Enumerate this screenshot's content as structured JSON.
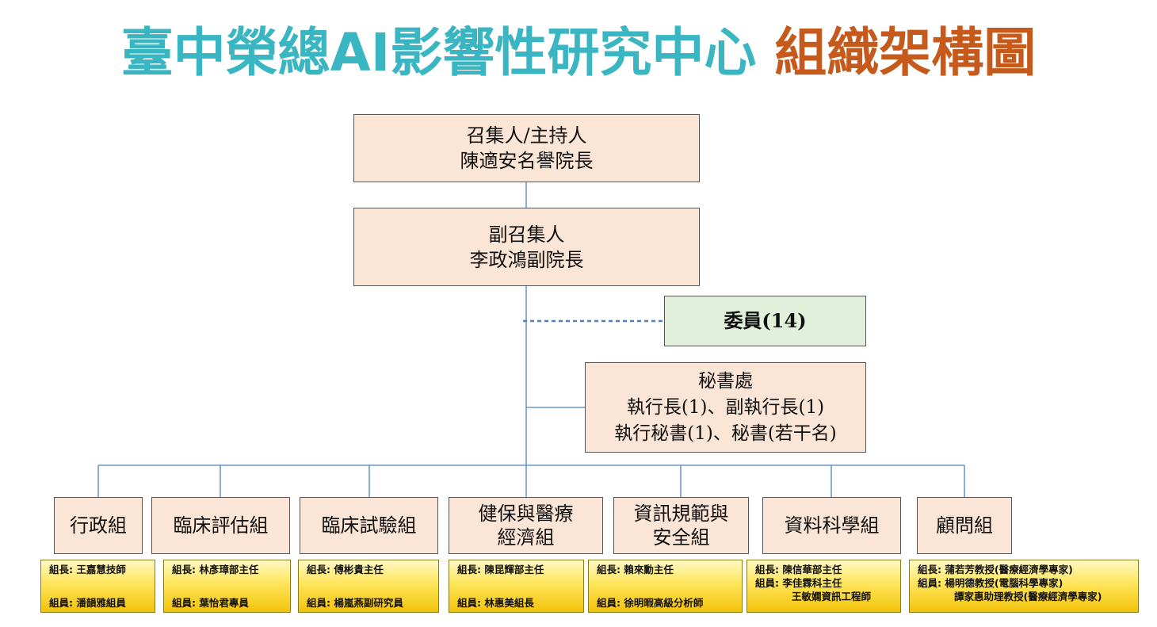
{
  "title": {
    "part1": "臺中榮總AI影響性研究中心",
    "part2": "組織架構圖"
  },
  "convener": {
    "line1": "召集人/主持人",
    "line2": "陳適安名譽院長"
  },
  "vice_convener": {
    "line1": "副召集人",
    "line2": "李政鴻副院長"
  },
  "committee": {
    "label": "委員(14)"
  },
  "secretariat": {
    "line1": "秘書處",
    "line2": "執行長(1)、副執行長(1)",
    "line3": "執行秘書(1)、秘書(若干名)"
  },
  "groups": [
    {
      "line1": "行政組",
      "line2": ""
    },
    {
      "line1": "臨床評估組",
      "line2": ""
    },
    {
      "line1": "臨床試驗組",
      "line2": ""
    },
    {
      "line1": "健保與醫療",
      "line2": "經濟組"
    },
    {
      "line1": "資訊規範與",
      "line2": "安全組"
    },
    {
      "line1": "資料科學組",
      "line2": ""
    },
    {
      "line1": "顧問組",
      "line2": ""
    }
  ],
  "cards": [
    {
      "leader_label": "組長:",
      "leader": "王嘉慧技師",
      "member_label": "組員:",
      "members": [
        "潘韻雅組員"
      ]
    },
    {
      "leader_label": "組長:",
      "leader": "林彥璋部主任",
      "member_label": "組員:",
      "members": [
        "葉怡君專員"
      ]
    },
    {
      "leader_label": "組長:",
      "leader": "傅彬貴主任",
      "member_label": "組員:",
      "members": [
        "楊嵐燕副研究員"
      ]
    },
    {
      "leader_label": "組長:",
      "leader": "陳昆輝部主任",
      "member_label": "組員:",
      "members": [
        "林惠美組長"
      ]
    },
    {
      "leader_label": "組長:",
      "leader": "賴來勳主任",
      "member_label": "組員:",
      "members": [
        "徐明暇高級分析師"
      ]
    },
    {
      "leader_label": "組長:",
      "leader": "陳信華部主任",
      "member_label": "組員:",
      "members": [
        "李佳霖科主任",
        "王敏嫻資訊工程師"
      ]
    },
    {
      "leader_label": "組長:",
      "leader": "蒲若芳教授(醫療經濟學專家)",
      "member_label": "組員:",
      "members": [
        "楊明德教授(電腦科學專家)",
        "譚家惠助理教授(醫療經濟學專家)"
      ]
    }
  ]
}
